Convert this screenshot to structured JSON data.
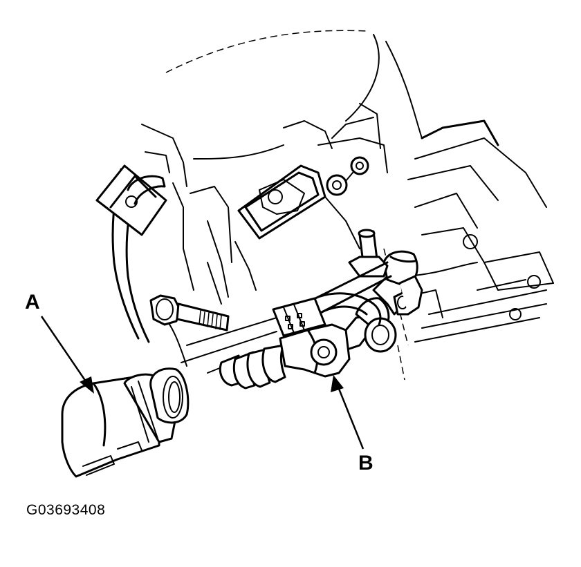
{
  "callouts": {
    "a": "A",
    "b": "B"
  },
  "figure_code": "G03693408",
  "colors": {
    "line": "#000000",
    "background": "#ffffff"
  }
}
